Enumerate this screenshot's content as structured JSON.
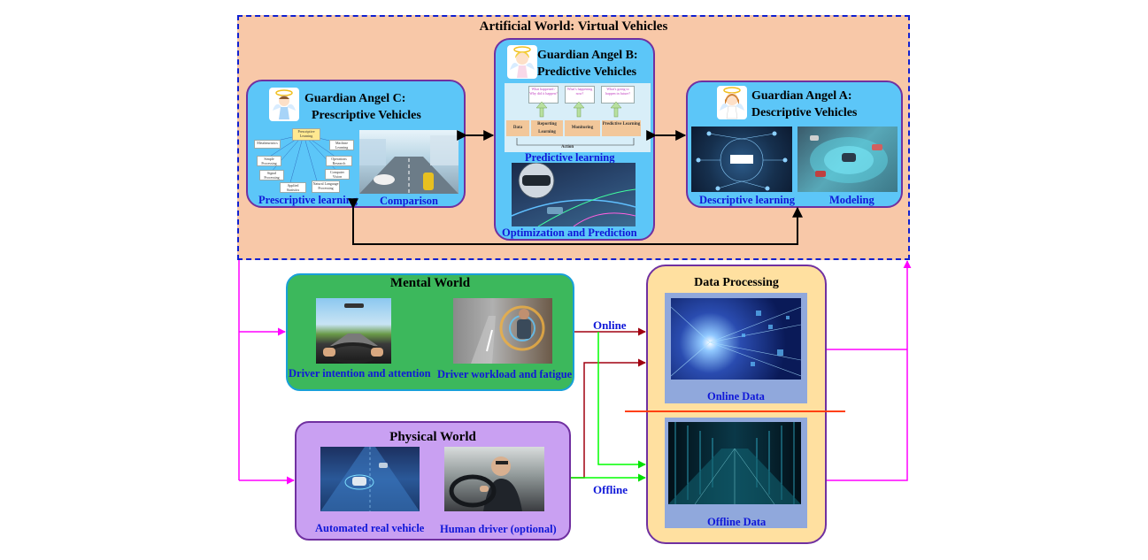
{
  "artificial_world": {
    "title": "Artificial World: Virtual Vehicles"
  },
  "angel_c": {
    "title_line1": "Guardian Angel C:",
    "title_line2": "Prescriptive Vehicles",
    "label_left": "Prescriptive  learning",
    "label_right": "Comparison",
    "mindmap": {
      "center": "Prescriptive Learning",
      "nodes": [
        "Metaheuristics",
        "Simple Processing",
        "Signal Processing",
        "Applied Statistics",
        "Natural Language Processing",
        "Computer Vision",
        "Operations Research",
        "Machine Learning"
      ]
    }
  },
  "angel_b": {
    "title_line1": "Guardian Angel B:",
    "title_line2": "Predictive Vehicles",
    "label_top": "Predictive  learning",
    "label_bottom": "Optimization  and Prediction",
    "flow": {
      "steps": [
        "Data",
        "Reporting Learning",
        "Monitoring",
        "Predictive Learning"
      ],
      "questions": [
        "What happened / Why did it happen?",
        "What's happening now?",
        "What's going to happen in future?"
      ],
      "action": "Action"
    }
  },
  "angel_a": {
    "title_line1": "Guardian Angel A:",
    "title_line2": "Descriptive Vehicles",
    "label_left": "Descriptive  learning",
    "label_right": "Modeling"
  },
  "mental_world": {
    "title": "Mental World",
    "label_left": "Driver intention  and attention",
    "label_right": "Driver workload  and fatigue"
  },
  "physical_world": {
    "title": "Physical World",
    "label_left": "Automated  real vehicle",
    "label_right": "Human driver (optional)"
  },
  "data_processing": {
    "title": "Data Processing",
    "online_label": "Online Data",
    "offline_label": "Offline Data"
  },
  "connectors": {
    "online": "Online",
    "offline": "Offline"
  },
  "colors": {
    "artificial_bg": "#f8c8a8",
    "artificial_border": "#1020d0",
    "angel_box": "#5cc6f8",
    "angel_border": "#7030a0",
    "mental_bg": "#3cb85c",
    "mental_border": "#18a0d8",
    "physical_bg": "#c9a0f2",
    "physical_border": "#7030a0",
    "data_bg": "#ffe0a0",
    "data_panel": "#90a8dc",
    "magenta_arrow": "#ff00ff",
    "darkred_arrow": "#a00010",
    "green_arrow": "#00ff00",
    "separator": "#ff4010"
  }
}
